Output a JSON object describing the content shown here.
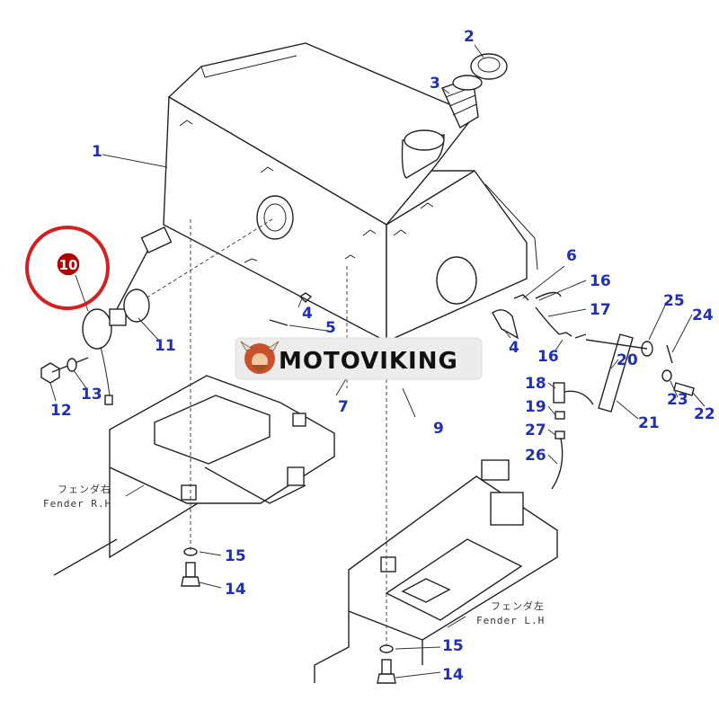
{
  "parts": {
    "p1": "1",
    "p2": "2",
    "p3": "3",
    "p4a": "4",
    "p4b": "4",
    "p5": "5",
    "p6": "6",
    "p7": "7",
    "p9": "9",
    "p10": "10",
    "p11": "11",
    "p12": "12",
    "p13": "13",
    "p14a": "14",
    "p14b": "14",
    "p15a": "15",
    "p15b": "15",
    "p16a": "16",
    "p16b": "16",
    "p17": "17",
    "p18": "18",
    "p19": "19",
    "p20": "20",
    "p21": "21",
    "p22": "22",
    "p23": "23",
    "p24": "24",
    "p25": "25",
    "p26": "26",
    "p27": "27"
  },
  "fender_right": {
    "jp": "フェンダ右",
    "en": "Fender R.H"
  },
  "fender_left": {
    "jp": "フェンダ左",
    "en": "Fender L.H"
  },
  "watermark": {
    "text": "MOTOVIKING"
  },
  "highlight": {
    "part": "10",
    "circle_color": "#d42020",
    "badge_color": "#b00000"
  },
  "colors": {
    "label_blue": "#1f2fb8",
    "line": "#222222"
  }
}
